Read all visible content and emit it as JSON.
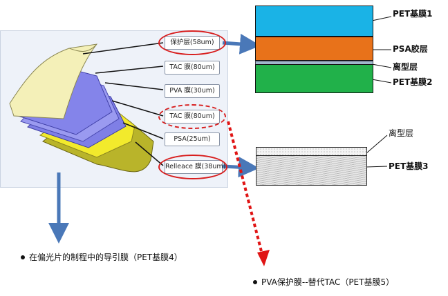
{
  "left_labels": [
    "保护层(58um)",
    "TAC 膜(80um)",
    "PVA 膜(30um)",
    "TAC 膜(80um)",
    "PSA(25um)",
    "Relleace 膜(38um)"
  ],
  "top_stack": {
    "layers": [
      "PET基膜1",
      "PSA胶层",
      "离型层",
      "PET基膜2"
    ],
    "colors": [
      "#1ab3e6",
      "#e8721a",
      "#9fb8cc",
      "#21b14a"
    ]
  },
  "bottom_stack": {
    "layers": [
      "离型层",
      "PET基膜3"
    ]
  },
  "notes": {
    "left": "在偏光片的制程中的导引膜（PET基膜4）",
    "right": "PVA保护膜--替代TAC（PET基膜5）"
  },
  "colors": {
    "highlight_ring": "#d81e1e",
    "blue_arrow": "#4a78b8"
  }
}
